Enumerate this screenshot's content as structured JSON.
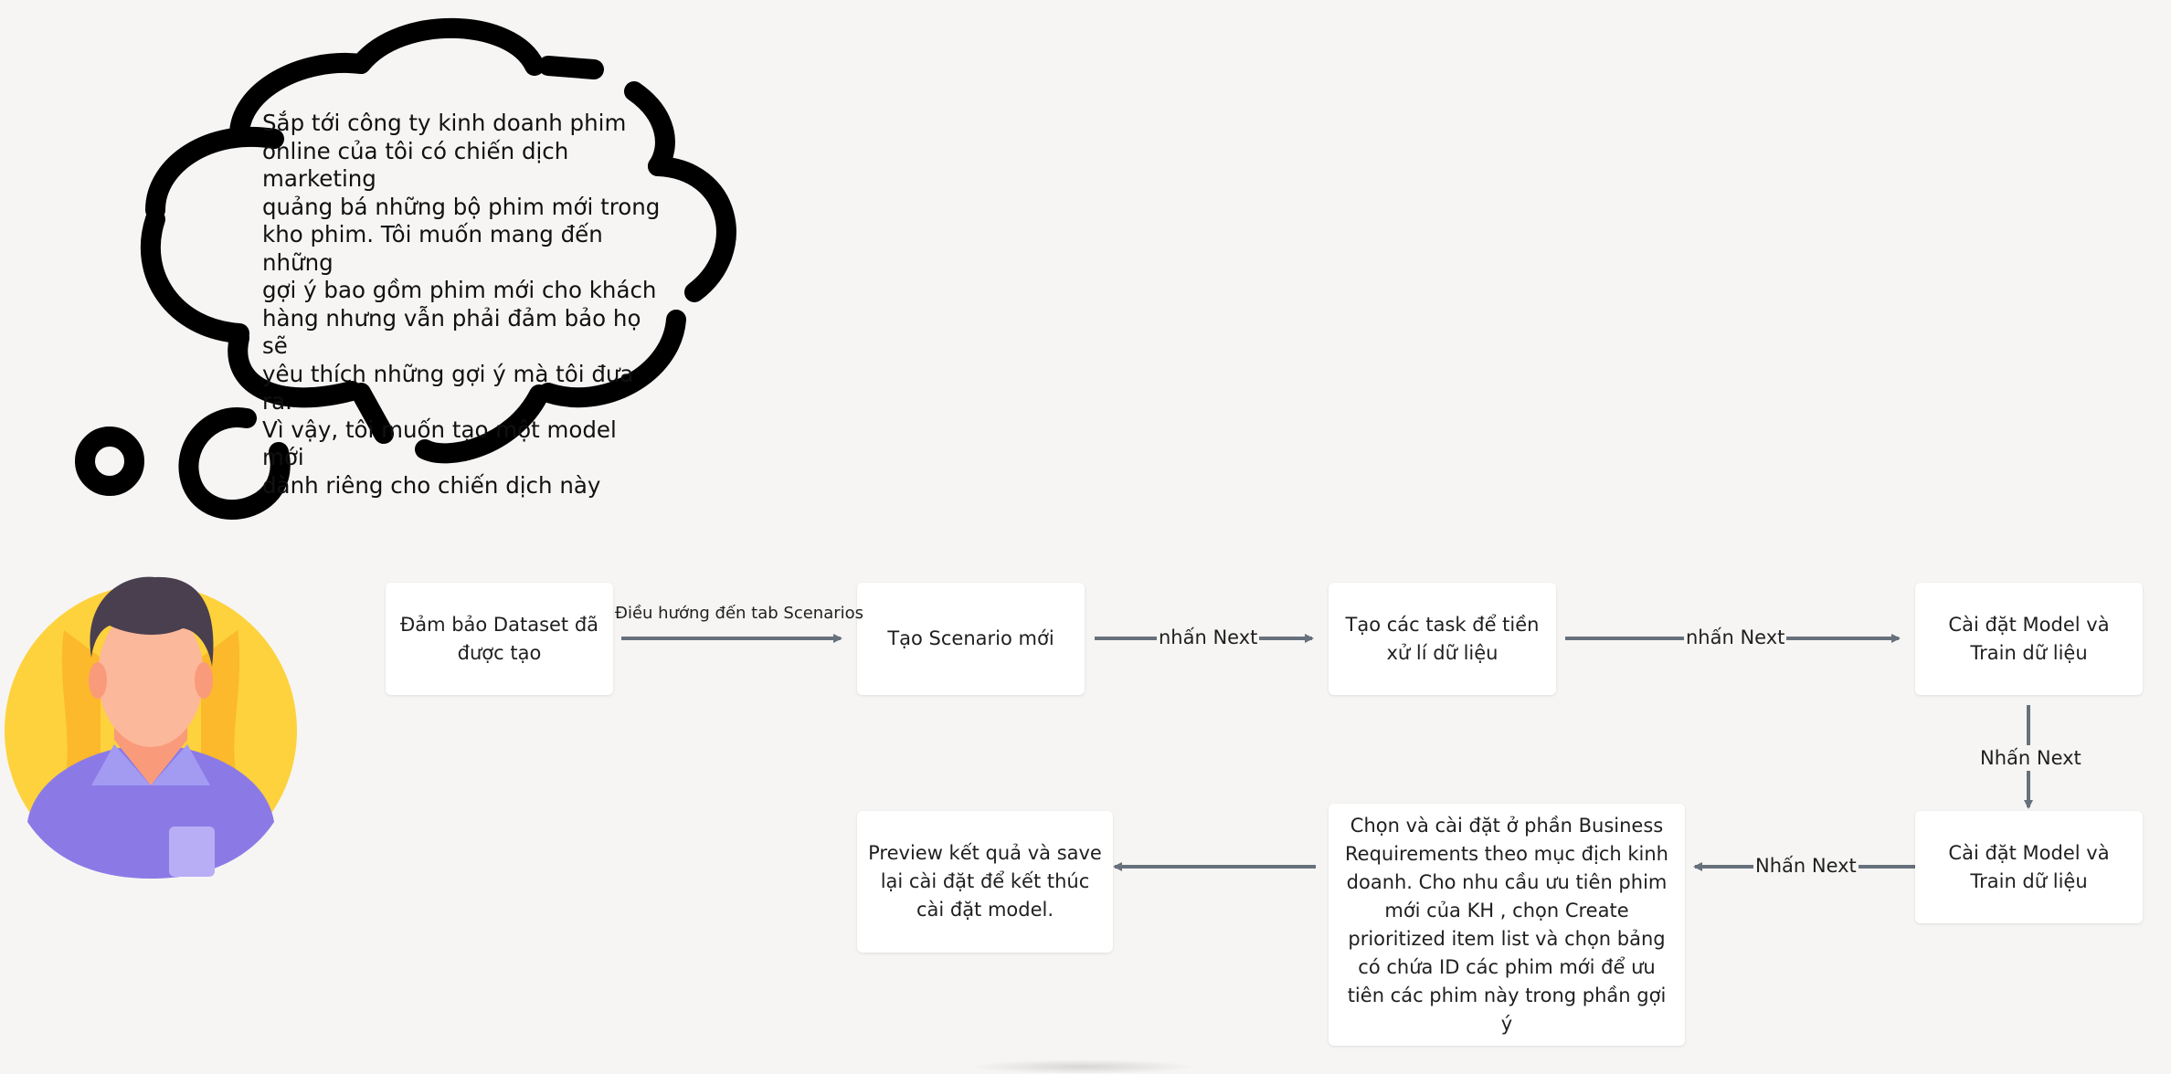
{
  "thought_bubble": {
    "text": "Sắp tới công ty kinh doanh phim\nonline của tôi có chiến dịch marketing\nquảng bá những bộ phim mới trong\nkho phim. Tôi muốn mang đến những\ngợi ý bao gồm phim mới cho khách\nhàng nhưng vẫn phải đảm bảo họ sẽ\nyêu thích những gợi ý mà tôi đưa ra.\nVì vậy, tôi muốn tạo một model mới\ndành riêng cho chiến dịch này"
  },
  "avatar": {
    "icon": "user-avatar-icon",
    "background_color": "#fdd23c",
    "shirt_color": "#8b7ae6",
    "hair_color": "#4a3f4f",
    "skin_color": "#fcb89a"
  },
  "colors": {
    "arrow": "#66717c",
    "node_fill": "#ffffff",
    "canvas": "#f6f5f4"
  },
  "nodes": {
    "ensure_dataset": "Đảm bảo Dataset đã\nđược tạo",
    "new_scenario": "Tạo Scenario mới",
    "preprocess_tasks": "Tạo các task để tiền\nxử lí dữ liệu",
    "train_model_1": "Cài đặt Model và\nTrain dữ liệu",
    "train_model_2": "Cài đặt Model và\nTrain dữ liệu",
    "business_requirements": "Chọn và cài đặt ở phần Business\nRequirements theo mục địch kinh\ndoanh. Cho nhu cầu ưu tiên phim\nmới của KH , chọn Create\nprioritized item list và chọn bảng\ncó chứa ID các phim mới để ưu\ntiên các phim này trong phần gợi ý",
    "preview_save": "Preview kết quả và save\nlại cài đặt  để kết thúc\ncài đặt model."
  },
  "edges": {
    "to_scenarios": "Điều hướng đến tab Scenarios",
    "next_1": "nhấn Next",
    "next_2": "nhấn Next",
    "next_3": "Nhấn Next",
    "next_4": "Nhấn Next"
  }
}
